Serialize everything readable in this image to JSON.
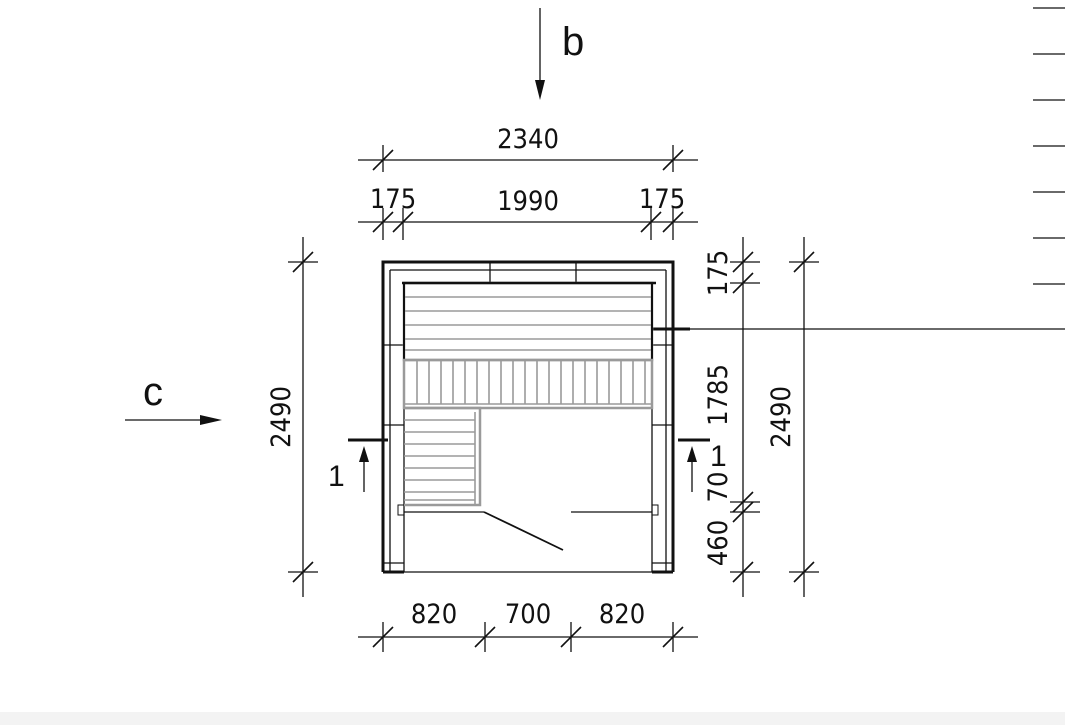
{
  "view_markers": {
    "top": "b",
    "left": "c",
    "section_left": "1",
    "section_right": "1"
  },
  "dimensions": {
    "top_overall": "2340",
    "top_left_wall": "175",
    "top_inner": "1990",
    "top_right_wall": "175",
    "left_overall": "2490",
    "right_overall": "2490",
    "right_top_wall": "175",
    "right_inner": "1785",
    "right_step": "70",
    "right_bottom": "460",
    "bottom_left": "820",
    "bottom_door": "700",
    "bottom_right": "820"
  }
}
